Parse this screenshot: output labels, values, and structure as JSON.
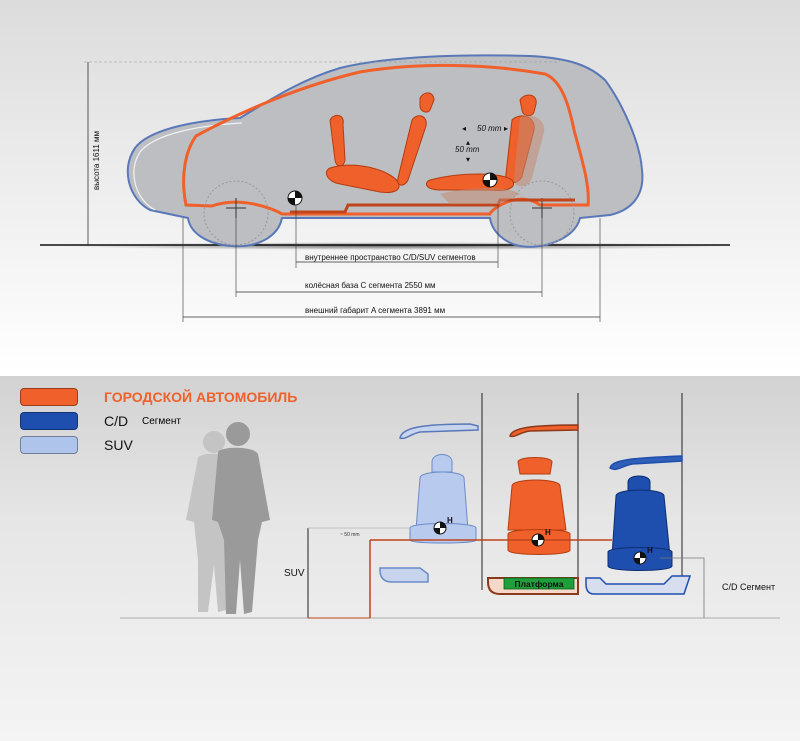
{
  "top": {
    "height_label": "высота 1611 мм",
    "interior_label": "внутреннее пространство  C/D/SUV сегментов",
    "wheelbase_label": "колёсная база С сегмента  2550 мм",
    "overall_label": "внешний габарит  A сегмента 3891 мм",
    "seat_shift_h": "50 mm",
    "seat_shift_v": "50 mm"
  },
  "legend": [
    {
      "label": "ГОРОДСКОЙ АВТОМОБИЛЬ",
      "sub": "",
      "color": "#f0602a",
      "text_color": "#f0602a"
    },
    {
      "label": "C/D",
      "sub": "Сегмент",
      "color": "#1e4fae",
      "text_color": "#111111"
    },
    {
      "label": "SUV",
      "sub": "",
      "color": "#aec4ea",
      "text_color": "#111111"
    }
  ],
  "bottom": {
    "suv_label": "SUV",
    "cd_label": "C/D  Сегмент",
    "platform_label": "Платформа",
    "h_point": "H",
    "offset_label": "~ 50 mm"
  },
  "colors": {
    "city": "#f0602a",
    "cd": "#1e4fae",
    "suv": "#aec4ea",
    "body": "#bdbec2",
    "platform": "#1f9e3a"
  }
}
